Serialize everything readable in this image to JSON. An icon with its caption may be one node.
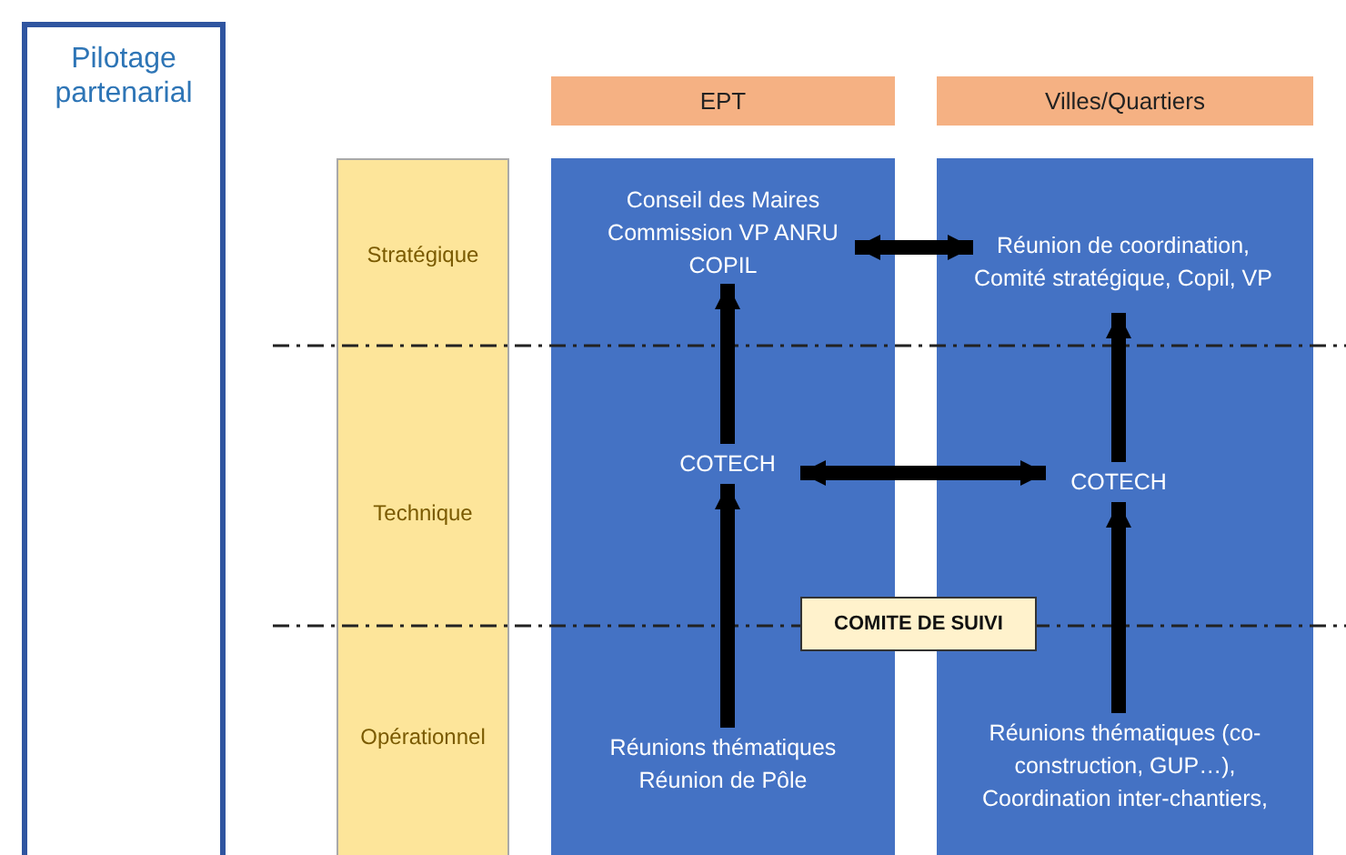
{
  "diagram": {
    "nodes": [
      {
        "text": [
          "Pilotage partenarial"
        ]
      },
      {
        "text": [
          "EPT"
        ]
      },
      {
        "text": [
          "Villes/Quartiers"
        ]
      },
      {
        "text": [
          "Stratégique",
          "Technique",
          "Opérationnel"
        ]
      },
      {
        "text": [],
        "shape": "bar"
      },
      {
        "text": [
          "Conseil des Maires",
          "Commission VP ANRU",
          "COPIL"
        ],
        "in": 4
      },
      {
        "text": [
          "COTECH"
        ],
        "in": 4
      },
      {
        "text": [
          "Réunions thématiques",
          "Réunion de Pôle"
        ],
        "in": 4
      },
      {
        "text": [],
        "shape": "bar"
      },
      {
        "text": [
          "Réunion de coordination, Comité stratégique, Copil, VP"
        ],
        "in": 8
      },
      {
        "text": [
          "COTECH"
        ],
        "in": 8
      },
      {
        "text": [
          "Réunions thématiques (co-construction, GUP…), Coordination inter-chantiers,"
        ],
        "in": 8
      },
      {
        "text": [
          "COMITE DE SUIVI"
        ]
      }
    ],
    "edges": [
      {
        "from": 5,
        "to": 9,
        "arrow": "both"
      },
      {
        "from": 6,
        "to": 5,
        "arrow": "to"
      },
      {
        "from": 10,
        "to": 9,
        "arrow": "to"
      },
      {
        "from": 6,
        "to": 10,
        "arrow": "both"
      },
      {
        "from": 7,
        "to": 6,
        "arrow": "to"
      },
      {
        "from": 11,
        "to": 10,
        "arrow": "to"
      }
    ]
  }
}
